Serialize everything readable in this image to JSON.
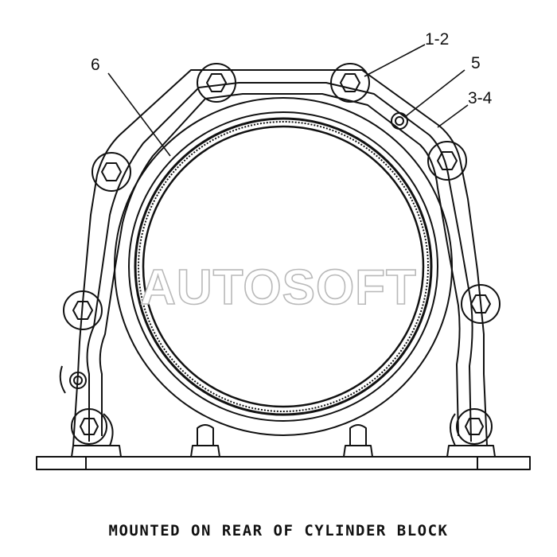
{
  "callouts": {
    "c1": "1-2",
    "c2": "5",
    "c3": "3-4",
    "c4": "6"
  },
  "watermark": "AUTOSOFT",
  "caption": "MOUNTED ON REAR OF CYLINDER BLOCK"
}
